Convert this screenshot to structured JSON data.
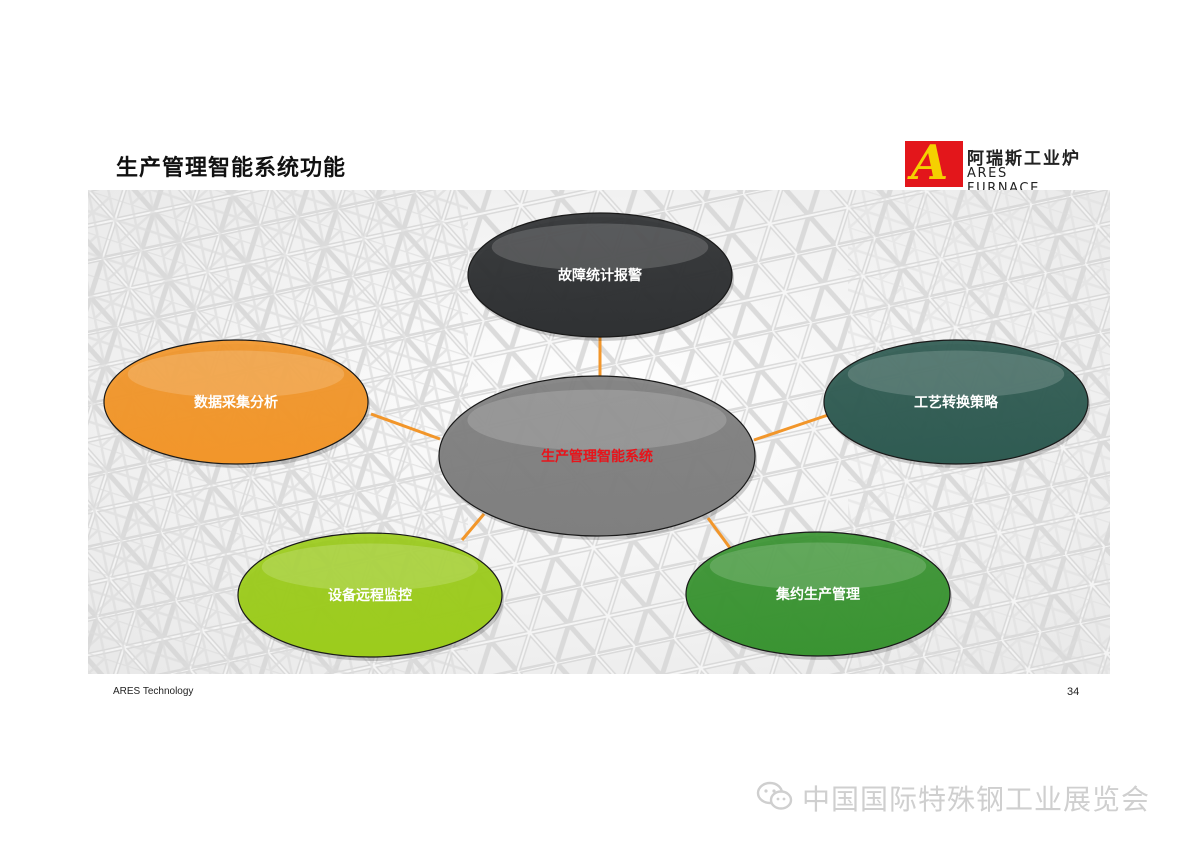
{
  "title": "生产管理智能系统功能",
  "logo": {
    "cn": "阿瑞斯工业炉",
    "en": "ARES FURNACE",
    "mark": "A"
  },
  "diagram": {
    "center": {
      "label": "生产管理智能系统",
      "fill": "#7f7f7f",
      "text_color": "#e8141b"
    },
    "nodes": [
      {
        "id": "fault",
        "label": "故障统计报警",
        "fill": "#2f3133"
      },
      {
        "id": "data",
        "label": "数据采集分析",
        "fill": "#f2962a"
      },
      {
        "id": "process",
        "label": "工艺转换策略",
        "fill": "#2f5b52"
      },
      {
        "id": "remote",
        "label": "设备远程监控",
        "fill": "#9ccc1c"
      },
      {
        "id": "intensive",
        "label": "集约生产管理",
        "fill": "#3a9432"
      }
    ],
    "connector_color": "#f2962a"
  },
  "footer": {
    "left": "ARES Technology",
    "page": "34"
  },
  "watermark": {
    "text": "中国国际特殊钢工业展览会",
    "icon": "wechat-icon"
  }
}
